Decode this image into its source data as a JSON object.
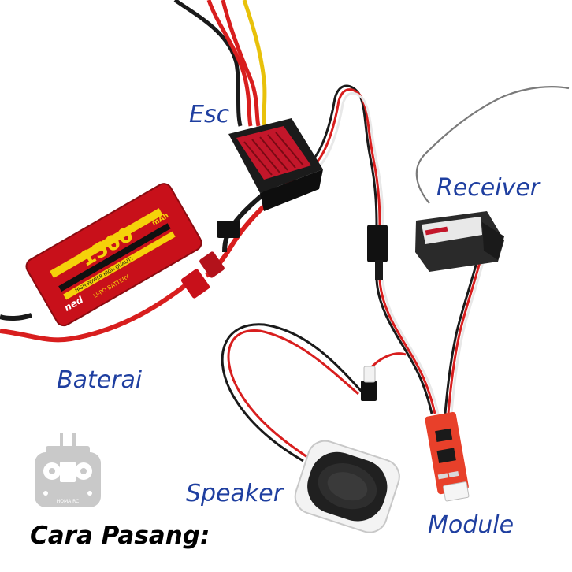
{
  "labels": {
    "esc": "Esc",
    "receiver": "Receiver",
    "baterai": "Baterai",
    "speaker": "Speaker",
    "module": "Module"
  },
  "title": "Cara Pasang:",
  "logo": {
    "text": "HOMA RC"
  },
  "battery": {
    "brand": "ned",
    "capacity_number": "1500",
    "capacity_unit": "mAh",
    "type_text": "LI-PO BATTERY",
    "quality_text": "HIGH POWER HIGH QUALITY"
  },
  "colors": {
    "label_blue": "#1f3fa0",
    "battery_red": "#c8101a",
    "battery_yellow": "#f5d20a",
    "esc_red": "#c3162a",
    "wire_red": "#d81e1e",
    "wire_black": "#1a1a1a",
    "wire_yellow": "#e8c10a",
    "wire_white": "#e8e8e8",
    "module_red": "#e8402a"
  }
}
